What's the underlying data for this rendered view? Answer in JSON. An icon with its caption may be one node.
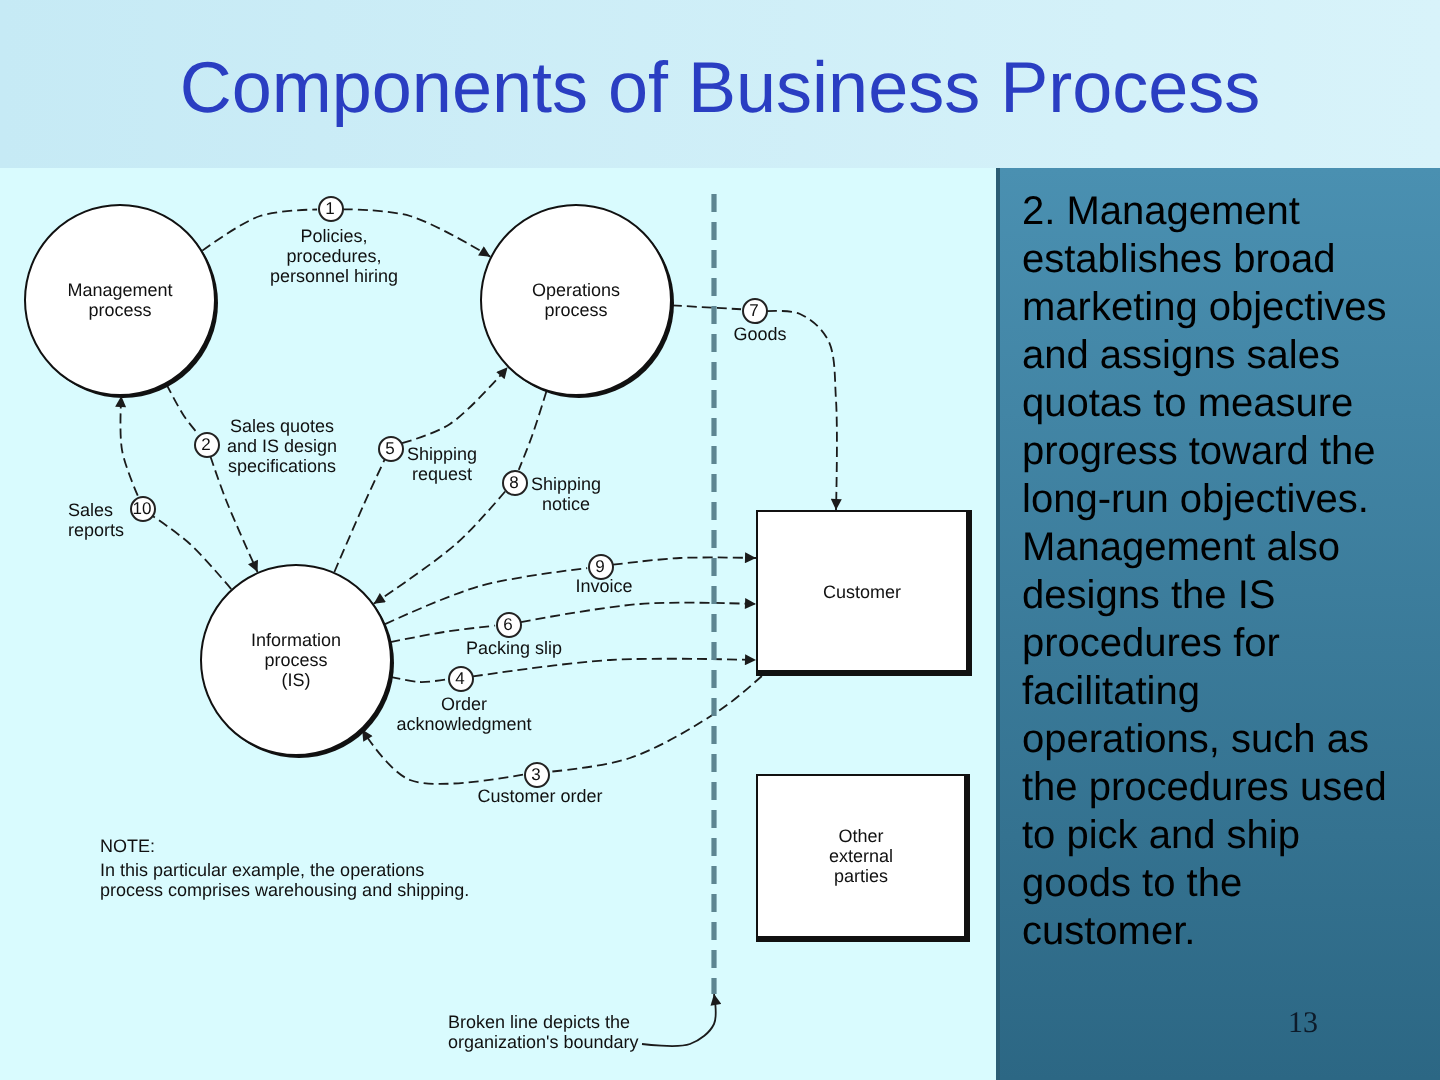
{
  "diagram": {
    "title": "Components of Business Process",
    "nodes": [
      {
        "text": [
          "Management process"
        ]
      },
      {
        "text": [
          "1"
        ],
        "beside": [
          "Policies, procedures, personnel hiring"
        ]
      },
      {
        "text": [
          "Operations process"
        ]
      },
      {
        "text": [
          "7"
        ],
        "beside": [
          "Goods"
        ]
      },
      {
        "text": [
          "2"
        ],
        "beside": [
          "Sales quotes and IS design specifications"
        ]
      },
      {
        "text": [
          "5"
        ],
        "beside": [
          "Shipping request"
        ]
      },
      {
        "text": [
          "8"
        ],
        "beside": [
          "Shipping notice"
        ]
      },
      {
        "text": [
          "10"
        ],
        "beside": [
          "Sales reports"
        ]
      },
      {
        "text": [
          "Customer"
        ]
      },
      {
        "text": [
          "9"
        ],
        "beside": [
          "Invoice"
        ]
      },
      {
        "text": [
          "6"
        ],
        "beside": [
          "Packing slip"
        ]
      },
      {
        "text": [
          "Information process (IS)"
        ]
      },
      {
        "text": [
          "4"
        ],
        "beside": [
          "Order acknowledgment"
        ]
      },
      {
        "text": [
          "3"
        ],
        "beside": [
          "Customer order"
        ]
      },
      {
        "text": [
          "Other external parties"
        ]
      },
      {
        "text": [],
        "shape": "line"
      },
      {
        "text": [
          "Broken line depicts the organization's boundary"
        ]
      }
    ],
    "edges": [
      {
        "from": 0,
        "to": 1,
        "arrow": "none",
        "style": "dashed"
      },
      {
        "from": 1,
        "to": 2,
        "arrow": "to",
        "style": "dashed"
      },
      {
        "from": 2,
        "to": 3,
        "arrow": "none",
        "style": "dashed"
      },
      {
        "from": 3,
        "to": 8,
        "arrow": "to",
        "style": "dashed"
      },
      {
        "from": 0,
        "to": 4,
        "arrow": "none",
        "style": "dashed"
      },
      {
        "from": 4,
        "to": 11,
        "arrow": "to",
        "style": "dashed"
      },
      {
        "from": 11,
        "to": 5,
        "arrow": "none",
        "style": "dashed"
      },
      {
        "from": 5,
        "to": 2,
        "arrow": "to",
        "style": "dashed"
      },
      {
        "from": 2,
        "to": 6,
        "arrow": "none",
        "style": "dashed"
      },
      {
        "from": 6,
        "to": 11,
        "arrow": "to",
        "style": "dashed"
      },
      {
        "from": 11,
        "to": 7,
        "arrow": "none",
        "style": "dashed"
      },
      {
        "from": 7,
        "to": 0,
        "arrow": "to",
        "style": "dashed"
      },
      {
        "from": 11,
        "to": 9,
        "arrow": "none",
        "style": "dashed"
      },
      {
        "from": 9,
        "to": 8,
        "arrow": "to",
        "style": "dashed"
      },
      {
        "from": 11,
        "to": 10,
        "arrow": "none",
        "style": "dashed"
      },
      {
        "from": 10,
        "to": 8,
        "arrow": "to",
        "style": "dashed"
      },
      {
        "from": 11,
        "to": 12,
        "arrow": "none",
        "style": "dashed"
      },
      {
        "from": 12,
        "to": 8,
        "arrow": "to",
        "style": "dashed"
      },
      {
        "from": 8,
        "to": 13,
        "arrow": "none",
        "style": "dashed"
      },
      {
        "from": 13,
        "to": 11,
        "arrow": "to",
        "style": "dashed"
      },
      {
        "from": 16,
        "to": 15,
        "arrow": "to"
      }
    ],
    "labels": [
      "NOTE:",
      "In this particular example, the operations process comprises warehousing and shipping.",
      "2. Management establishes broad marketing objectives and assigns sales quotas to measure progress toward the long-run objectives. Management also designs the IS procedures for facilitating operations, such as the procedures used to pick and ship goods to the customer.",
      "13"
    ]
  }
}
